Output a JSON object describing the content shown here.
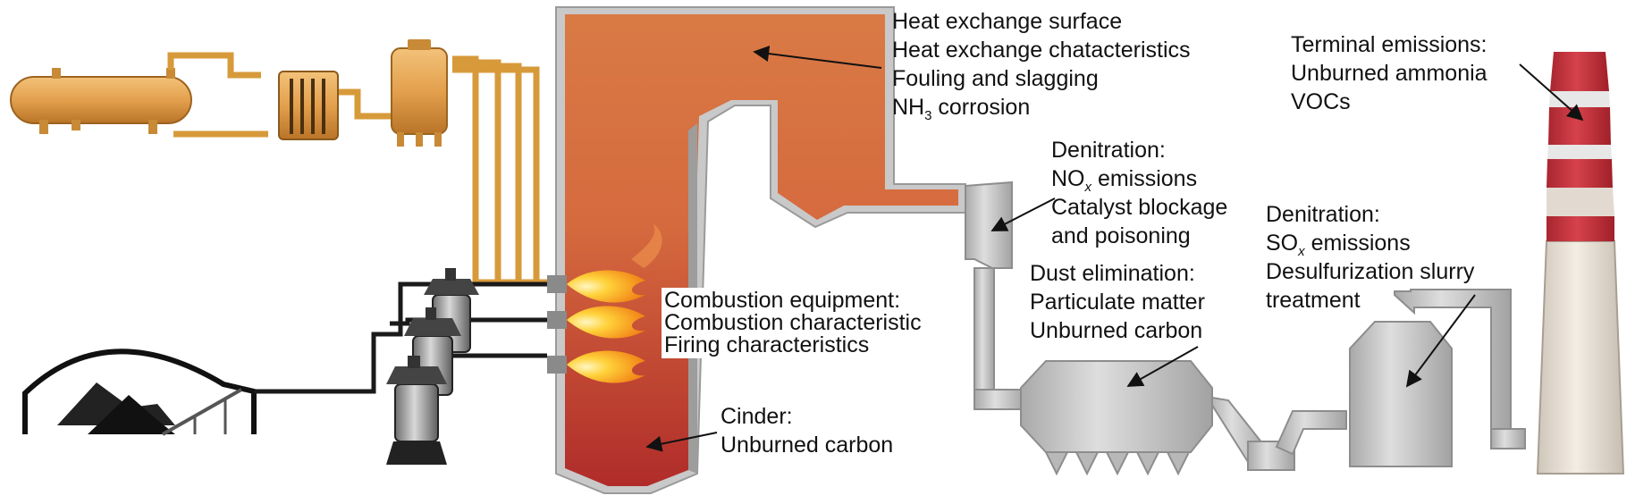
{
  "colors": {
    "furnace_top": "#d97a45",
    "furnace_bottom": "#b8332c",
    "tank": "#e6a24e",
    "pipe_gold": "#d79a3a",
    "equipment_gray": "#c4c4c4",
    "stack_red": "#c8323c",
    "stack_base": "#ece4da",
    "line_dark": "#1a1a1a"
  },
  "labels": {
    "heat_exchange": {
      "line1": "Heat exchange surface",
      "line2": "Heat exchange chatacteristics",
      "line3": "Fouling and slagging",
      "line4_pre": "NH",
      "line4_sub": "3",
      "line4_post": " corrosion"
    },
    "terminal": {
      "line1": "Terminal emissions:",
      "line2": "Unburned ammonia",
      "line3": "VOCs"
    },
    "denitration1": {
      "line1": "Denitration:",
      "line2_pre": "NO",
      "line2_sub": "x",
      "line2_post": " emissions",
      "line3": "Catalyst blockage",
      "line4": "and poisoning"
    },
    "denitration2": {
      "line1": "Denitration:",
      "line2_pre": "SO",
      "line2_sub": "x",
      "line2_post": " emissions",
      "line3": "Desulfurization slurry",
      "line4": "treatment"
    },
    "dust": {
      "line1": "Dust elimination:",
      "line2": "Particulate matter",
      "line3": "Unburned carbon"
    },
    "combustion": {
      "line1": "Combustion equipment:",
      "line2": "Combustion characteristic",
      "line3": "Firing characteristics"
    },
    "cinder": {
      "line1": "Cinder:",
      "line2": "Unburned carbon"
    }
  }
}
